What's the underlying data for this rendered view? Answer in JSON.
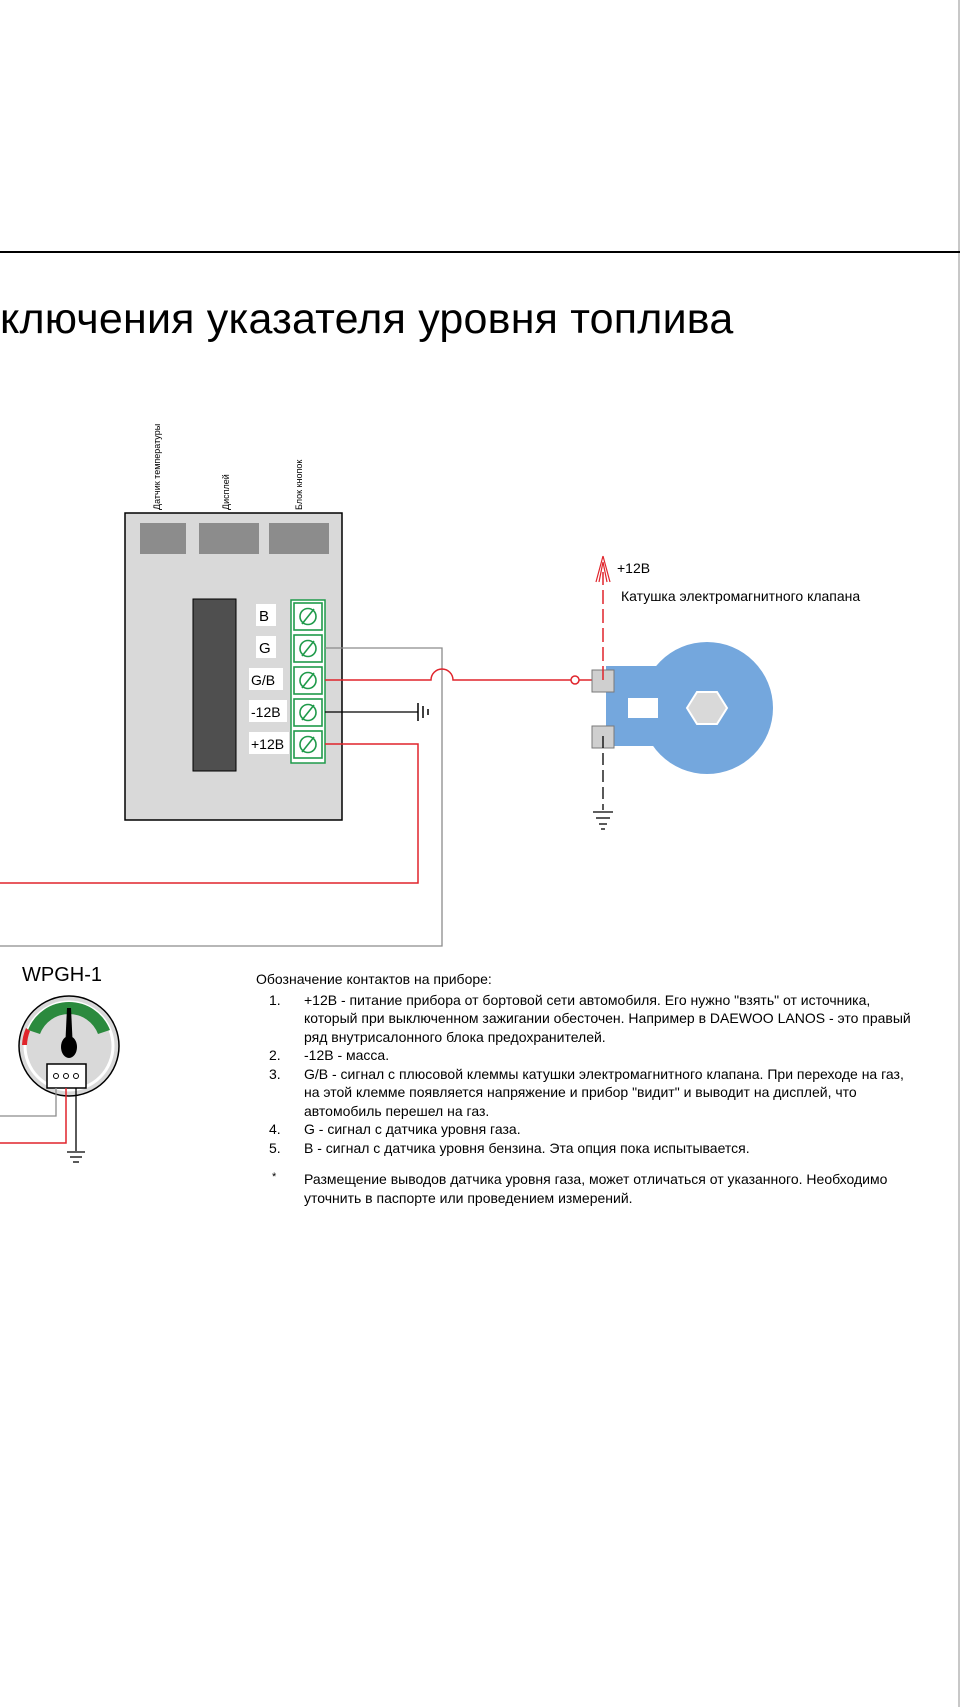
{
  "title": "ключения указателя уровня топлива",
  "controller": {
    "top_labels": [
      "Датчик температуры",
      "Дисплей",
      "Блок кнопок"
    ],
    "pins": [
      "B",
      "G",
      "G/B",
      "-12В",
      "+12В"
    ]
  },
  "valve": {
    "plus_label": "+12В",
    "coil_label": "Катушка электромагнитного клапана"
  },
  "gauge": {
    "name": "WPGH-1"
  },
  "notes": {
    "heading": "Обозначение контактов на приборе:",
    "items": [
      {
        "num": "1.",
        "text": "+12В - питание прибора от бортовой сети автомобиля. Его нужно \"взять\" от источника, который при выключенном зажигании обесточен. Например в DAEWOO LANOS - это правый ряд внутрисалонного блока предохранителей."
      },
      {
        "num": "2.",
        "text": "-12В - масса."
      },
      {
        "num": "3.",
        "text": "G/B - сигнал с плюсовой клеммы катушки электромагнитного клапана. При переходе на газ, на этой клемме появляется напряжение и прибор \"видит\" и выводит на дисплей, что автомобиль перешел на газ."
      },
      {
        "num": "4.",
        "text": "G - сигнал с датчика уровня газа."
      },
      {
        "num": "5.",
        "text": "B - сигнал с датчика уровня бензина. Эта опция пока испытывается."
      }
    ],
    "footnote_mark": "*",
    "footnote": "Размещение выводов датчика уровня газа, может отличаться от указанного. Необходимо уточнить в паспорте или проведением измерений."
  },
  "colors": {
    "wire_red": "#e0242b",
    "wire_gray": "#8c8c8c",
    "terminal_green": "#1f9a4a",
    "valve_blue": "#74a7dd",
    "box_gray": "#d9d9d9",
    "display_dark": "#4f4f4f",
    "gauge_green": "#2b8a3e"
  }
}
